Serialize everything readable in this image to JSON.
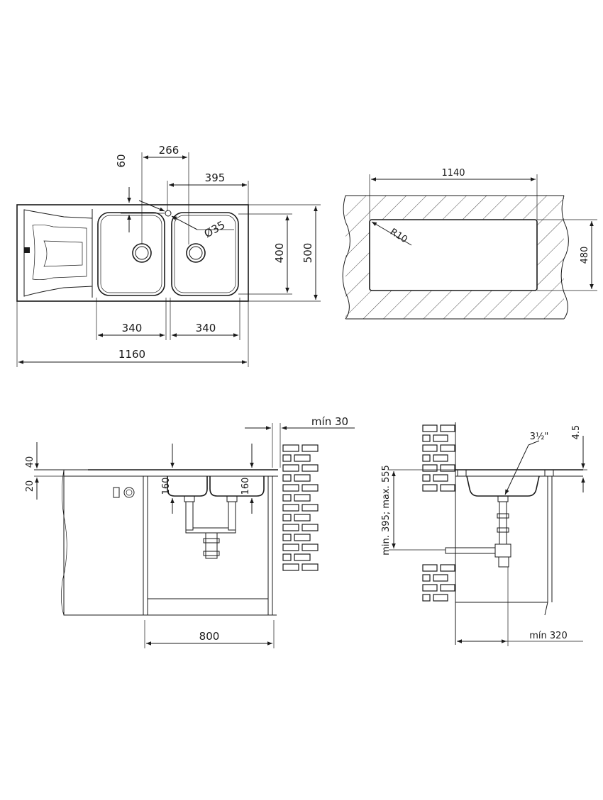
{
  "top_view": {
    "width_overall": "1160",
    "depth_overall": "500",
    "bowl_depth": "400",
    "bowl_left_width": "340",
    "bowl_right_width": "340",
    "bowl_spacing": "395",
    "tap_offset": "266",
    "tap_edge": "60",
    "tap_hole": "Ø35"
  },
  "cutout": {
    "width": "1140",
    "depth": "480",
    "radius": "R10"
  },
  "front_view": {
    "cabinet_width": "800",
    "wall_clearance": "mín 30",
    "bowl_depth_left": "160",
    "bowl_depth_right": "160",
    "thickness_top": "40",
    "thickness_bottom": "20"
  },
  "side_view": {
    "drain_size": "3½\"",
    "rim": "4.5",
    "height_range": "min. 395; max. 555",
    "wall_clearance": "mín 320"
  }
}
